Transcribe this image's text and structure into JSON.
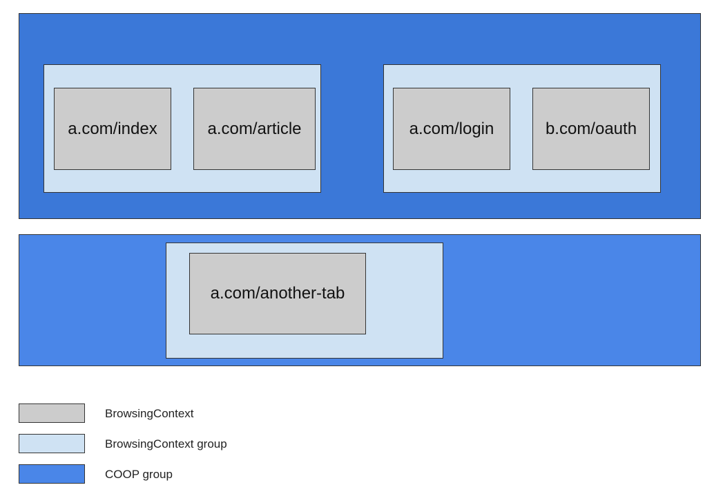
{
  "colors": {
    "coop_group": "#3b78d8",
    "coop_group_alt": "#4a86e8",
    "browsing_context_group": "#cfe2f3",
    "browsing_context": "#cccccc",
    "border": "#333333"
  },
  "coop_groups": [
    {
      "browsing_context_groups": [
        {
          "contexts": [
            "a.com/index",
            "a.com/article"
          ]
        },
        {
          "contexts": [
            "a.com/login",
            "b.com/oauth"
          ]
        }
      ]
    },
    {
      "browsing_context_groups": [
        {
          "contexts": [
            "a.com/another-tab"
          ]
        }
      ]
    }
  ],
  "legend": [
    {
      "label": "BrowsingContext"
    },
    {
      "label": "BrowsingContext group"
    },
    {
      "label": "COOP group"
    }
  ]
}
